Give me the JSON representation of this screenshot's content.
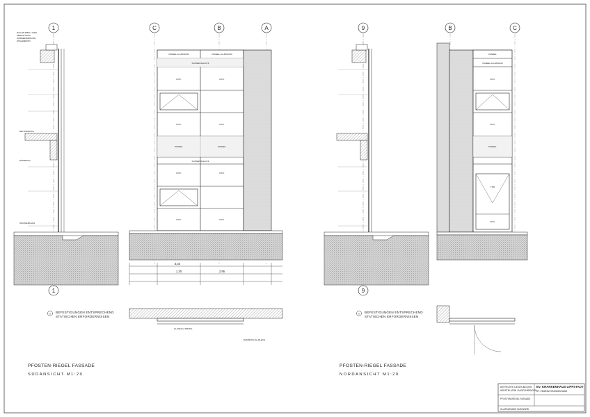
{
  "sheet": {
    "title": "PFOSTEN-RIEGEL FASSADE",
    "left_view": {
      "axis": "1",
      "axes_top": [
        "C",
        "B",
        "A"
      ],
      "subtitle": "SÜDANSICHT  M1:20",
      "note_symbol": "A",
      "note_line1": "BEFESTIGUNGEN ENTSPRECHEND",
      "note_line2": "STATISCHEN ERFORDERNISSEN",
      "dims_total": "3,33",
      "dims_sub": [
        "1,30",
        "2,95"
      ]
    },
    "right_view": {
      "axis": "9",
      "axes_top": [
        "B",
        "C"
      ],
      "subtitle": "NORDANSICHT  M1:20",
      "note_symbol": "A",
      "note_line1": "BEFESTIGUNGEN ENTSPRECHEND",
      "note_line2": "STATISCHEN ERFORDERNISSEN"
    },
    "title_block": {
      "line1": "DIE RECHTE LIEGEN BEI DEN",
      "line2": "HERSTELLERN / AUSFÜHRENDEN",
      "office": "EV. KRANKENHAUS LIPPSTADT",
      "office_sub": "ST. VINZENZ KRANKENHAUS",
      "plan": "PFOSTEN-RIEGEL FASSADE",
      "footer": "GLASFASSADE  SÜD/NORD"
    }
  },
  "colors": {
    "line": "#2a2a2a",
    "ground_hatch": "#5a5a5a",
    "panel_fill": "#ececec",
    "background": "#ffffff"
  }
}
